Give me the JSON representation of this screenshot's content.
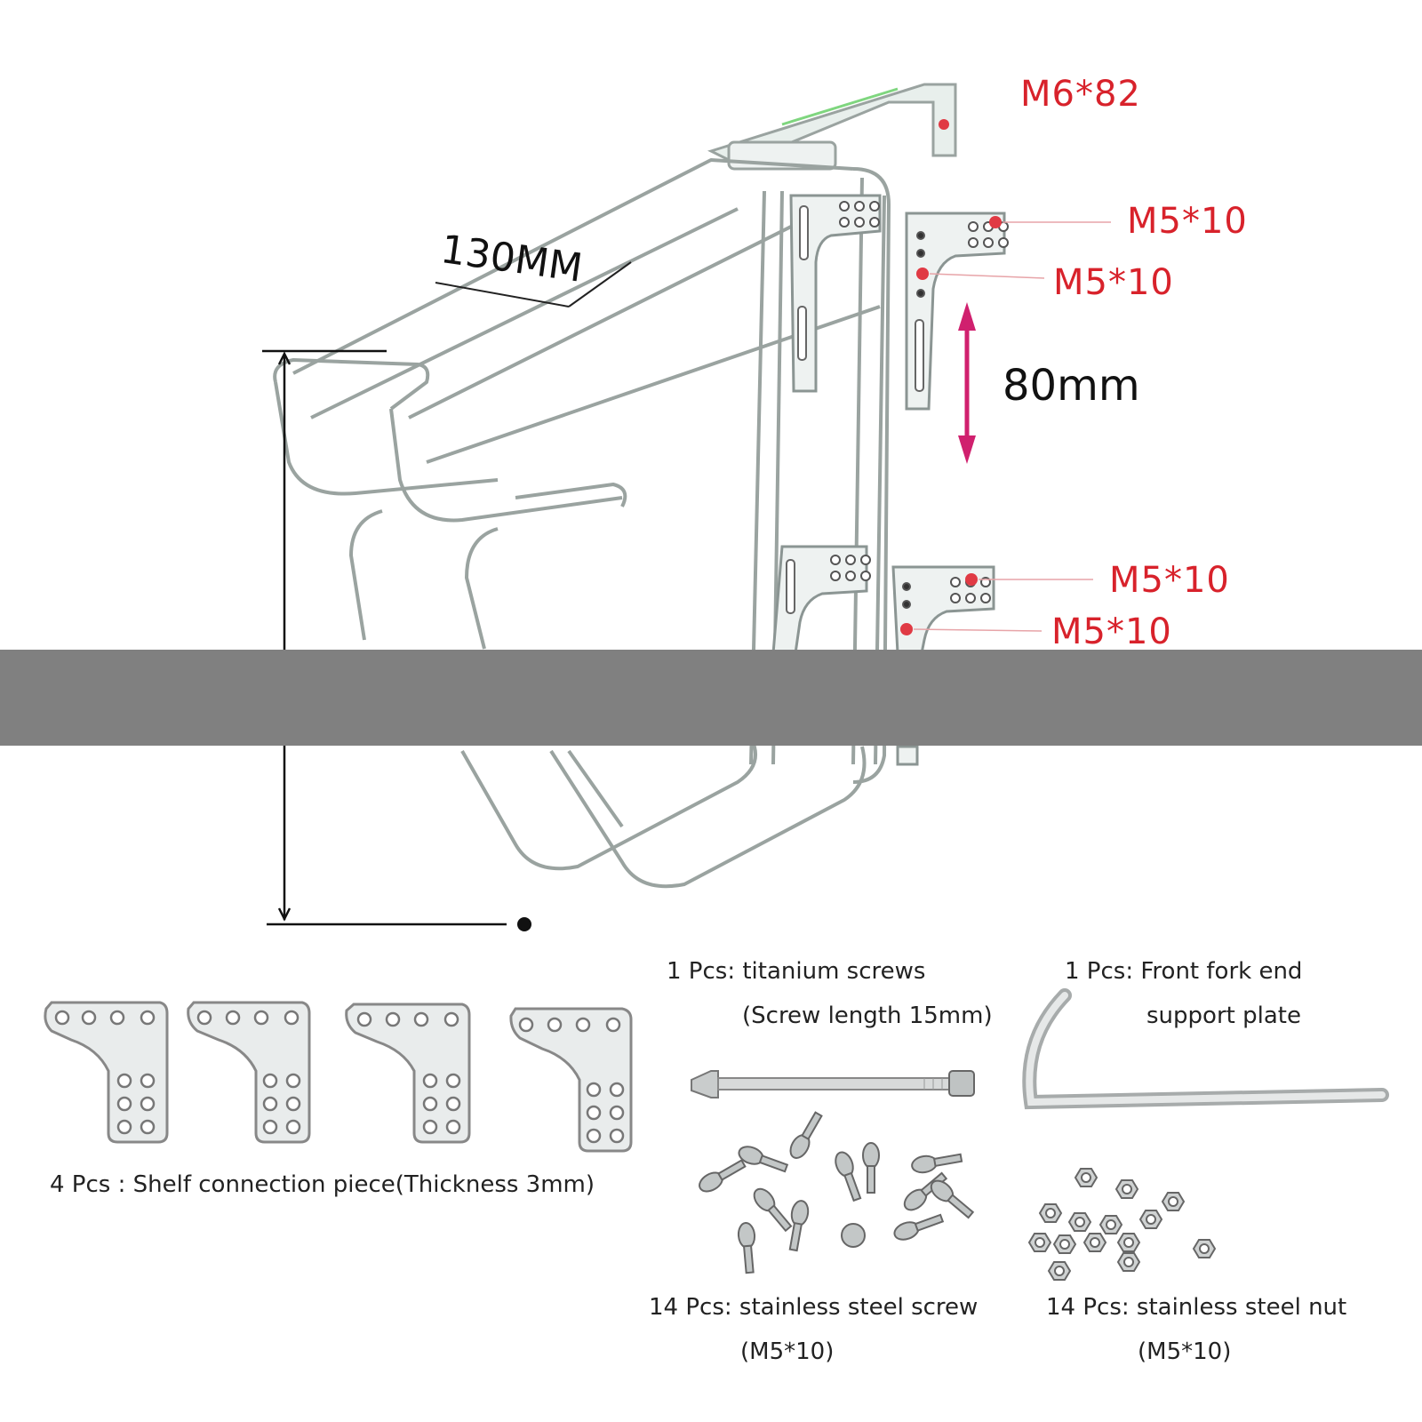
{
  "colors": {
    "tube": "#9aa3a0",
    "tube_fill": "#e9eeed",
    "accent": "#d8222b",
    "dimension": "#d0206e",
    "redaction": "#808080"
  },
  "rack": {
    "top_bolt_label": "M6*82",
    "upper_bolt_label_1": "M5*10",
    "upper_bolt_label_2": "M5*10",
    "lower_bolt_label_1": "M5*10",
    "lower_bolt_label_2": "M5*10",
    "width_dimension": "130MM",
    "adjust_range": "80mm"
  },
  "parts": {
    "plates": {
      "caption": "4 Pcs : Shelf connection piece(Thickness 3mm)"
    },
    "titanium_screw": {
      "caption_line1": "1 Pcs: titanium screws",
      "caption_line2": "(Screw length 15mm)"
    },
    "support_plate": {
      "caption_line1": "1 Pcs: Front fork end",
      "caption_line2": "support plate"
    },
    "steel_screws": {
      "caption_line1": "14 Pcs: stainless steel screw",
      "caption_line2": "(M5*10)"
    },
    "steel_nuts": {
      "caption_line1": "14 Pcs: stainless steel nut",
      "caption_line2": "(M5*10)"
    }
  }
}
